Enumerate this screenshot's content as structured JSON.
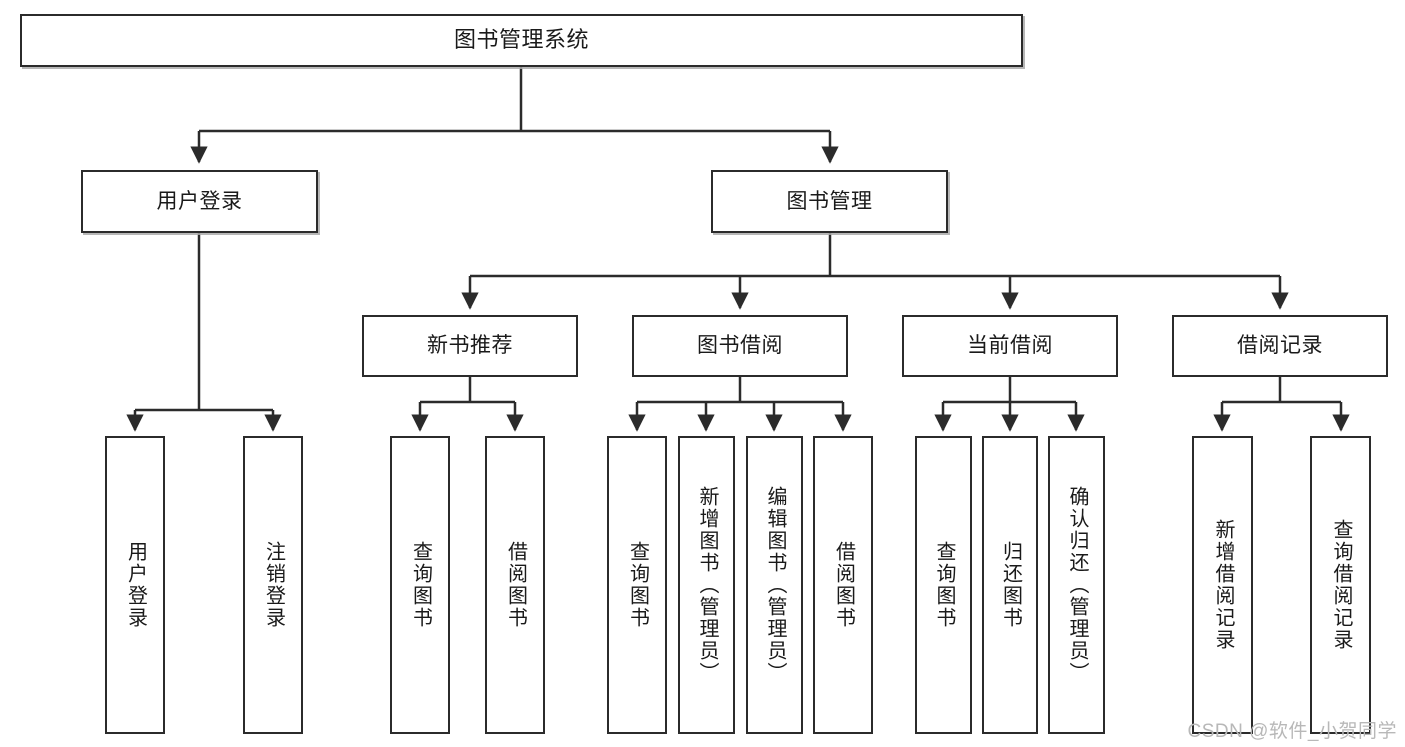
{
  "diagram": {
    "title": "图书管理系统",
    "type": "hierarchy-tree",
    "colors": {
      "box_border": "#2b2b2b",
      "box_fill": "#ffffff",
      "edge": "#2b2b2b",
      "watermark": "#b8b8b8"
    },
    "levels": {
      "root": {
        "label": "图书管理系统"
      },
      "level2": [
        {
          "label": "用户登录"
        },
        {
          "label": "图书管理"
        }
      ],
      "level3": [
        {
          "label": "新书推荐"
        },
        {
          "label": "图书借阅"
        },
        {
          "label": "当前借阅"
        },
        {
          "label": "借阅记录"
        }
      ],
      "leaves": {
        "user_login": [
          {
            "label": "用户登录"
          },
          {
            "label": "注销登录"
          }
        ],
        "new_book_rec": [
          {
            "label": "查询图书"
          },
          {
            "label": "借阅图书"
          }
        ],
        "book_borrow": [
          {
            "label": "查询图书"
          },
          {
            "label": "新增图书（管理员）"
          },
          {
            "label": "编辑图书（管理员）"
          },
          {
            "label": "借阅图书"
          }
        ],
        "current_borrow": [
          {
            "label": "查询图书"
          },
          {
            "label": "归还图书"
          },
          {
            "label": "确认归还（管理员）"
          }
        ],
        "borrow_record": [
          {
            "label": "新增借阅记录"
          },
          {
            "label": "查询借阅记录"
          }
        ]
      }
    }
  },
  "watermark": {
    "text": "CSDN @软件_小贺同学"
  }
}
